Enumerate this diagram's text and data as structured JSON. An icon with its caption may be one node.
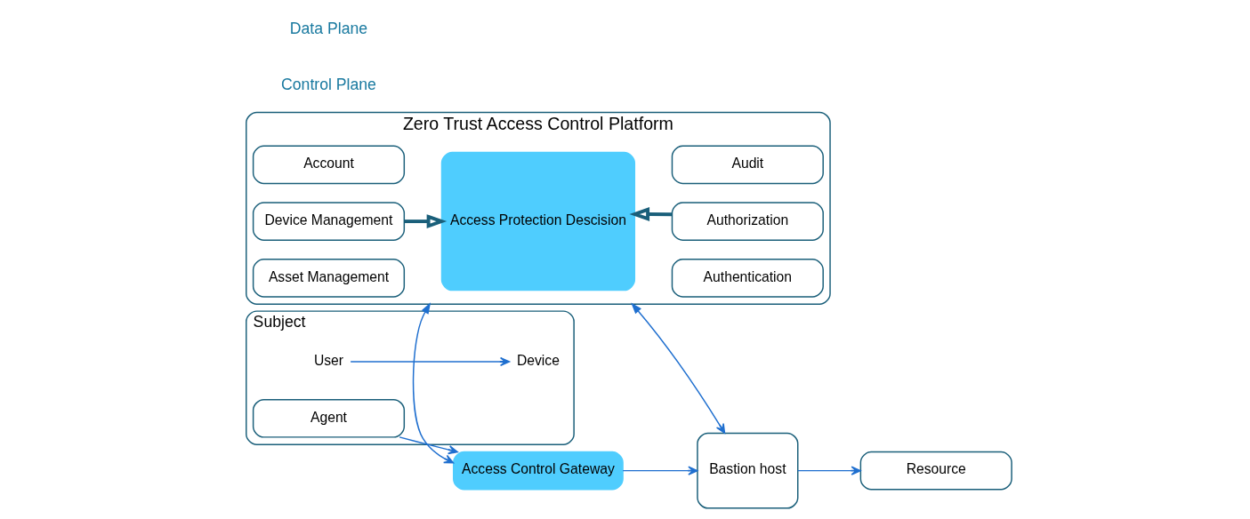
{
  "diagram": {
    "nodes": [
      {
        "text": [
          "Zero Trust Access Control Platform"
        ]
      },
      {
        "text": [
          "Account"
        ],
        "in": 0
      },
      {
        "text": [
          "Device Management"
        ],
        "in": 0
      },
      {
        "text": [
          "Asset Management"
        ],
        "in": 0
      },
      {
        "text": [
          "Access Protection Descision"
        ],
        "in": 0
      },
      {
        "text": [
          "Authentication"
        ],
        "in": 0
      },
      {
        "text": [
          "Authorization"
        ],
        "in": 0
      },
      {
        "text": [
          "Audit"
        ],
        "in": 0
      },
      {
        "text": [
          "Subject"
        ]
      },
      {
        "text": [
          "User"
        ],
        "in": 8
      },
      {
        "text": [
          "Device"
        ],
        "in": 8
      },
      {
        "text": [
          "Agent"
        ],
        "in": 8
      },
      {
        "text": [
          "Access Control Gateway"
        ]
      },
      {
        "text": [
          "Bastion host"
        ]
      },
      {
        "text": [
          "Resource"
        ]
      }
    ],
    "edges": [
      {
        "from": 2,
        "to": 4,
        "arrow": "to",
        "style": "thick",
        "color": "#1a5f7a"
      },
      {
        "from": 6,
        "to": 4,
        "arrow": "to",
        "style": "thick",
        "color": "#1a5f7a"
      },
      {
        "from": 0,
        "to": 12,
        "arrow": "both"
      },
      {
        "from": 0,
        "to": 13,
        "arrow": "both"
      },
      {
        "from": 9,
        "to": 10,
        "arrow": "to"
      },
      {
        "from": 11,
        "to": 12,
        "arrow": "to"
      },
      {
        "from": 12,
        "to": 13,
        "arrow": "to"
      },
      {
        "from": 13,
        "to": 14,
        "arrow": "to"
      }
    ],
    "labels": [
      "Control Plane",
      "Data Plane"
    ]
  }
}
